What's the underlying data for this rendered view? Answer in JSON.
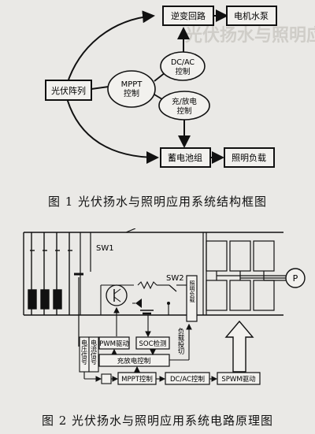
{
  "figure1": {
    "caption": "图 1   光伏扬水与照明应用系统结构框图",
    "blocks": {
      "pv_array": "光伏阵列",
      "mppt": "MPPT控制",
      "inverter": "逆变回路",
      "dcac": "DC/AC控制",
      "charge": "充/放电控制",
      "battery": "蓄电池组",
      "pump": "电机水泵",
      "lighting": "照明负载"
    },
    "background_text": "光伏扬水与照明应用系统"
  },
  "figure2": {
    "caption": "图 2   光伏扬水与照明应用系统电路原理图",
    "labels": {
      "sw1": "SW1",
      "sw2": "SW2",
      "lighting_load": "照明负载",
      "load_switch": "负载投切",
      "voltage_signal": "电压信号",
      "current_signal": "电流信号",
      "pwm": "PWM驱动",
      "soc": "SOC检测",
      "charge_ctrl": "充放电控制",
      "mppt": "MPPT控制",
      "dcac": "DC/AC控制",
      "spwm": "SPWM驱动",
      "pump_symbol": "P"
    }
  }
}
